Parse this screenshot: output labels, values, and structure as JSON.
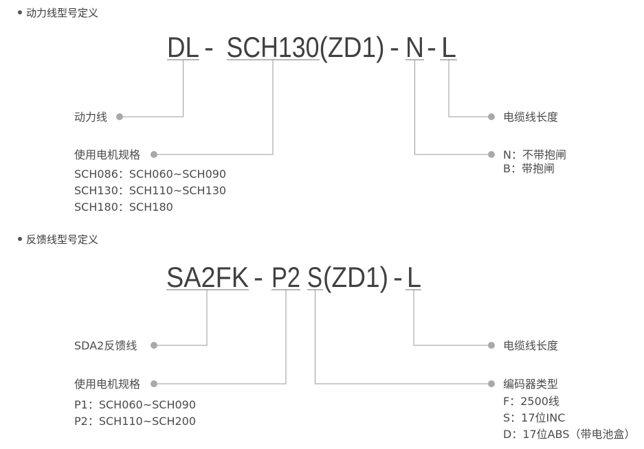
{
  "power": {
    "title": "动力线型号定义",
    "code": {
      "cable": "DL",
      "dash_1": "-",
      "motor": "SCH130",
      "variant": "(ZD1)",
      "dash_2": "-",
      "brake": "N",
      "dash_3": "-",
      "length": "L"
    },
    "cable_label": "动力线",
    "motor_label": "使用电机规格",
    "motor_items": [
      "SCH086：SCH060~SCH090",
      "SCH130：SCH110~SCH130",
      "SCH180：SCH180"
    ],
    "brake_items": [
      "N：不带抱闸",
      "B：带抱闸"
    ],
    "length_label": "电缆线长度"
  },
  "feedback": {
    "title": "反馈线型号定义",
    "code": {
      "cable": "SA2FK",
      "dash_1": "-",
      "motor": "P2",
      "encoder": "S",
      "variant": "(ZD1)",
      "dash_2": "-",
      "length": "L"
    },
    "cable_label": "SDA2反馈线",
    "motor_label": "使用电机规格",
    "motor_items": [
      "P1：SCH060~SCH090",
      "P2：SCH110~SCH200"
    ],
    "encoder_label": "编码器类型",
    "encoder_items": [
      "F：2500线",
      "S：17位INC",
      "D：17位ABS（带电池盒）"
    ],
    "length_label": "电缆线长度"
  },
  "colors": {
    "code_text": "#404040",
    "label_text": "#4a4a4a",
    "line": "#9a9a9a",
    "dot": "#a9a9a9"
  }
}
